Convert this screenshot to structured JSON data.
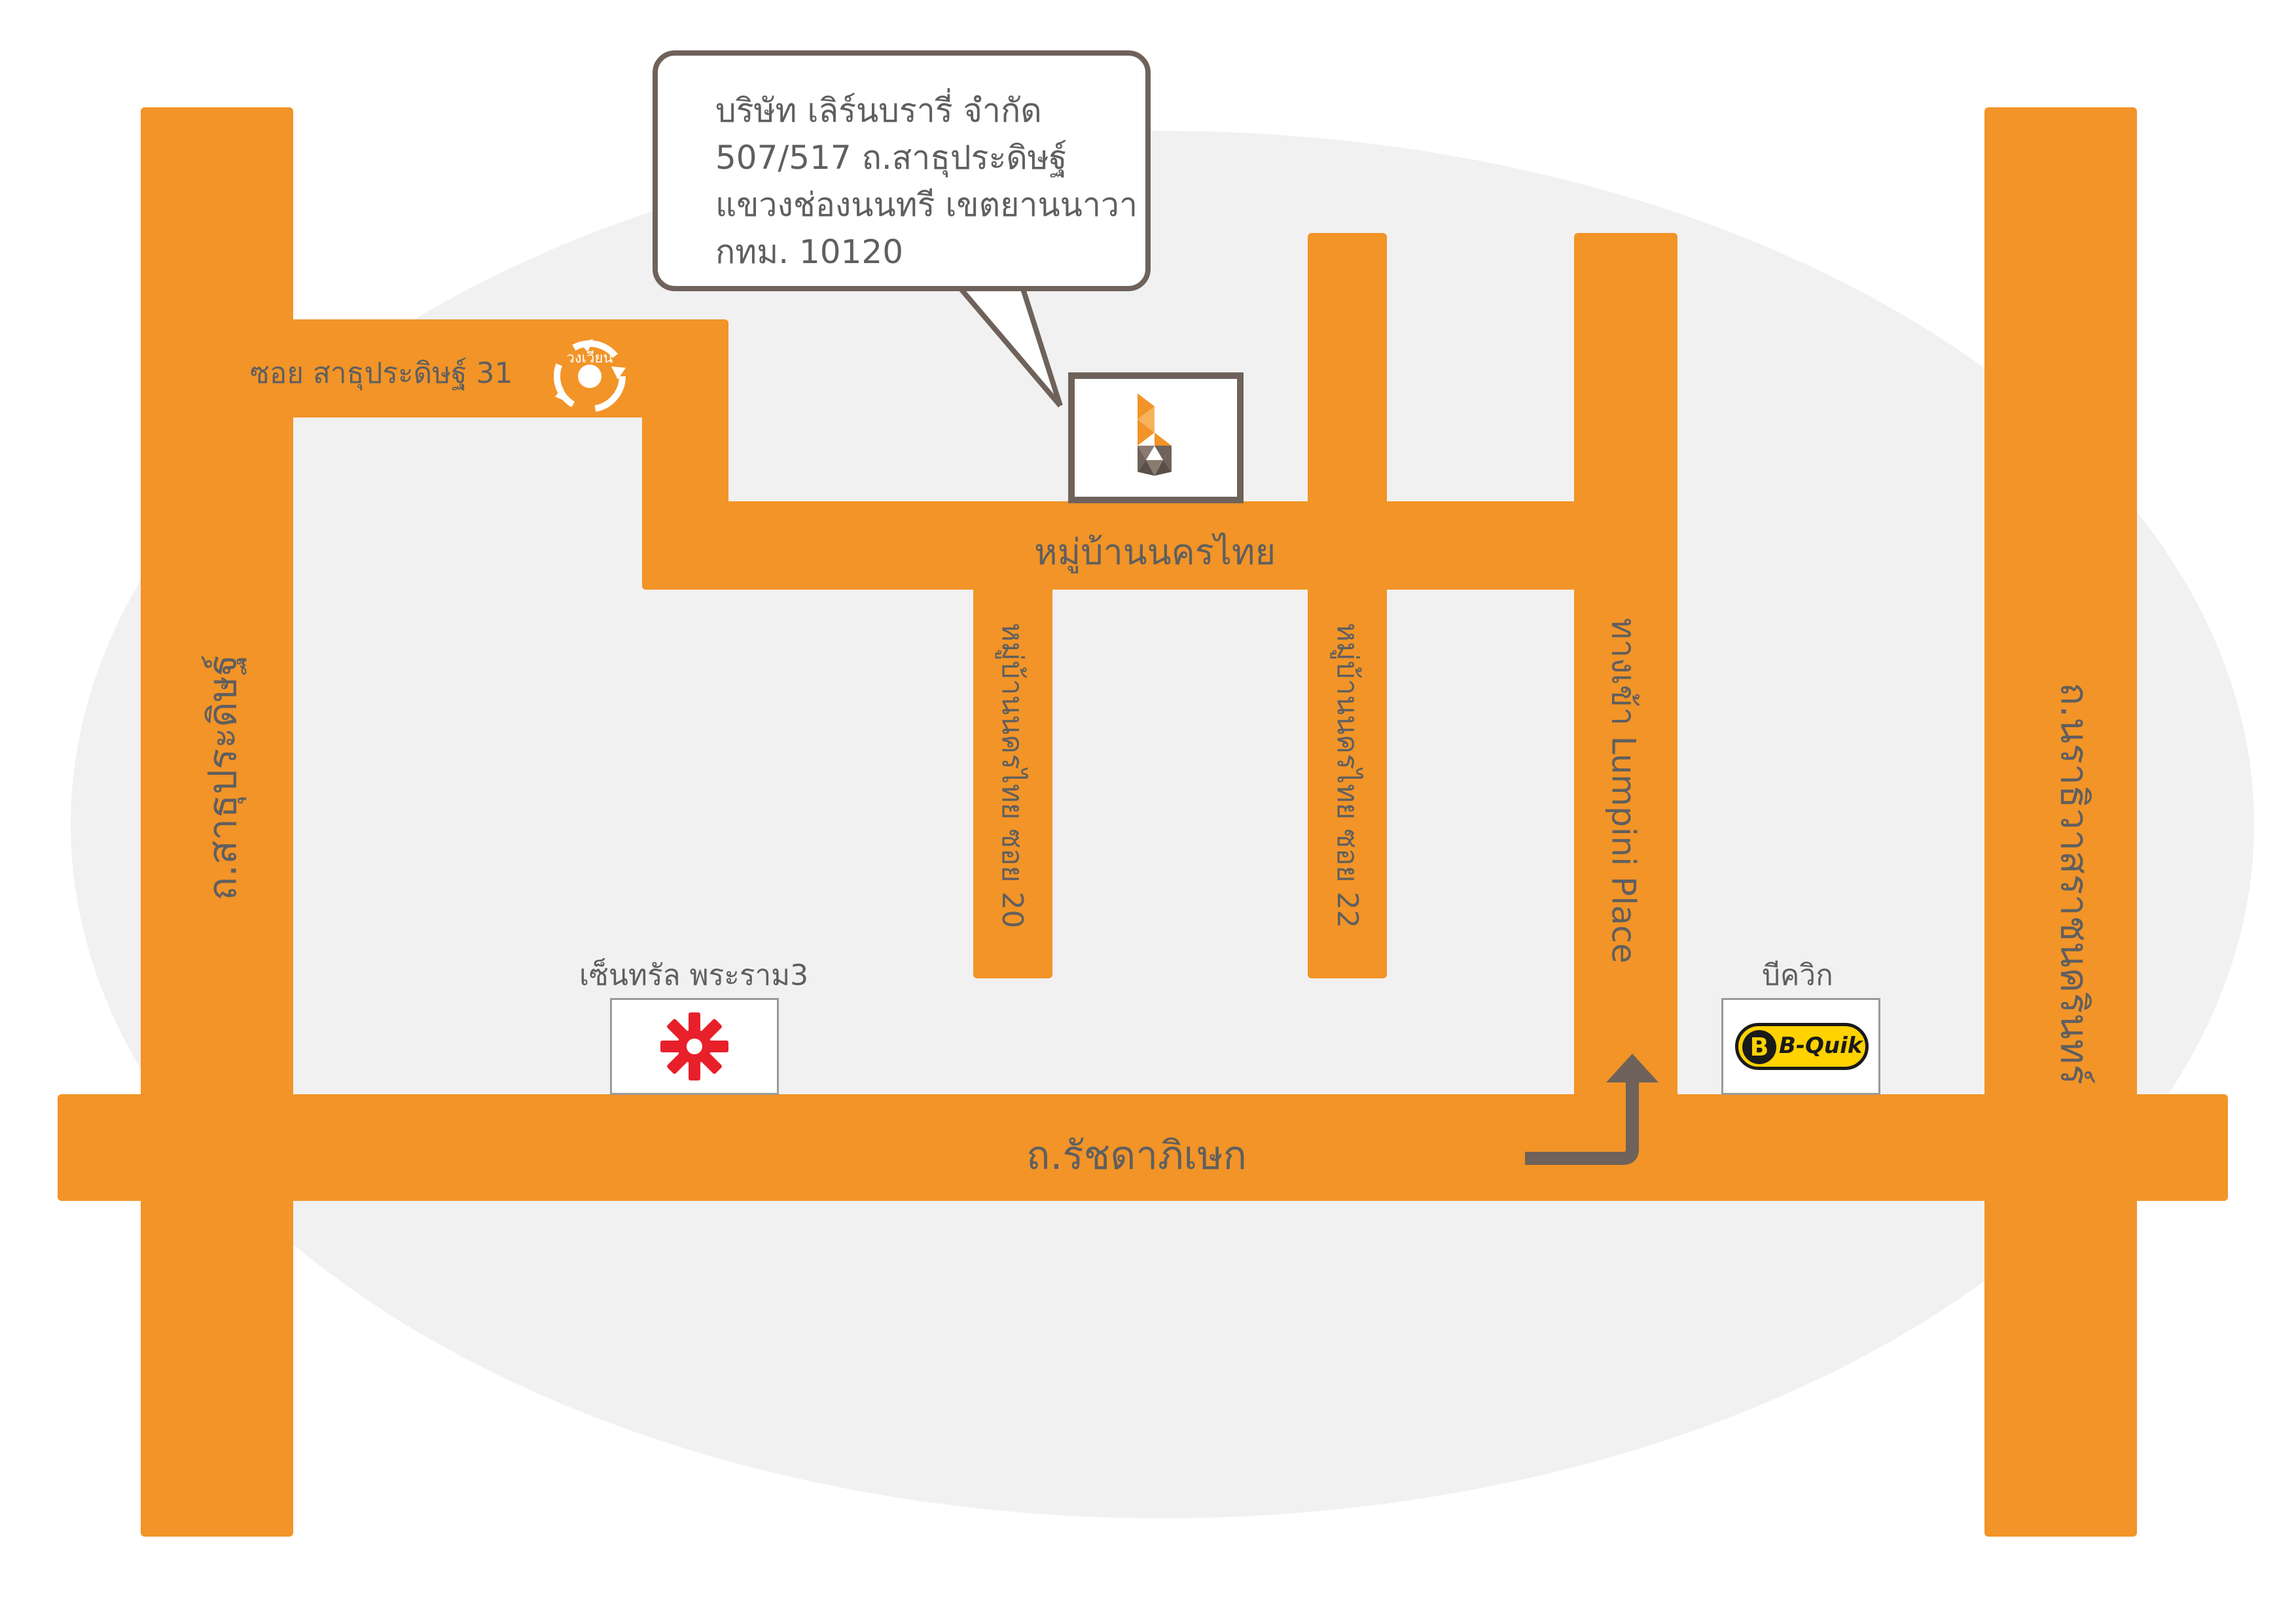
{
  "callout": {
    "line1": "บริษัท เลิร์นบรารี่ จำกัด",
    "line2": "507/517 ถ.สาธุประดิษฐ์",
    "line3": "แขวงช่องนนทรี เขตยานนาวา",
    "line4": "กทม. 10120"
  },
  "roads": {
    "soi_sathu_31": "ซอย สาธุประดิษฐ์ 31",
    "nakhon_thai_village": "หมู่บ้านนครไทย",
    "nakhon_thai_soi_20": "หมู่บ้านนครไทย ซอย 20",
    "nakhon_thai_soi_22": "หมู่บ้านนครไทย ซอย 22",
    "lumpini_entrance": "ทางเข้า Lumpini Place",
    "sathu_pradit": "ถ.สาธุประดิษฐ์",
    "ratchadaphisek": "ถ.รัชดาภิเษก",
    "rama3_nararom": "ถ.นราธิวาสราชนครินทร์"
  },
  "landmarks": {
    "roundabout_text": "วงเวียน",
    "central_rama3": "เซ็นทรัล พระราม3",
    "bquik_label": "บีควิก",
    "bquik_logo_text": "B-Quik"
  },
  "icons": {
    "company_logo": "learnbrary-logo-icon",
    "roundabout": "roundabout-icon",
    "central": "central-logo-icon",
    "bquik": "bquik-logo-icon",
    "route_arrow": "turn-left-arrow-icon"
  },
  "colors": {
    "road": "#f29428",
    "background_ellipse": "#f1f1f1",
    "text": "#5f5f5f",
    "callout_border": "#6e625a",
    "central_red": "#e8202a",
    "bquik_yellow": "#ffd200"
  }
}
